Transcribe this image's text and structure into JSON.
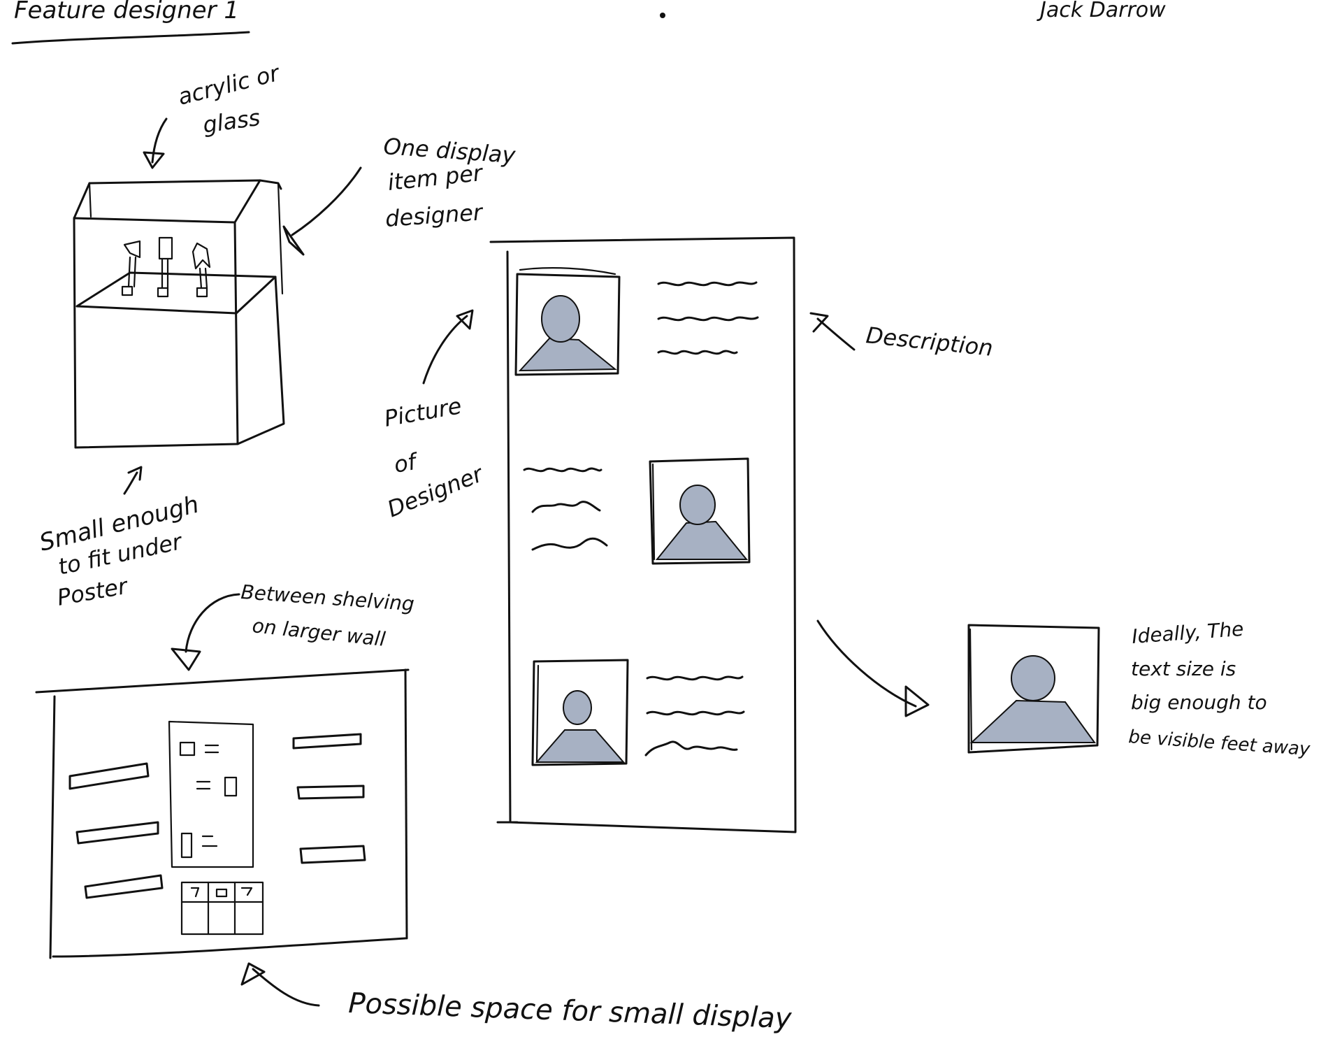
{
  "header": {
    "title": "Feature designer 1",
    "author": "Jack Darrow"
  },
  "annotations": {
    "material": [
      "acrylic or",
      "glass"
    ],
    "one_item": [
      "One display",
      "item per",
      "designer"
    ],
    "picture": [
      "Picture",
      "of",
      "Designer"
    ],
    "description": "Description",
    "small_enough": [
      "Small enough",
      "to fit under",
      "Poster"
    ],
    "between": [
      "Between shelving",
      "on larger wall"
    ],
    "ideally": [
      "Ideally, The",
      "text size is",
      "big enough to",
      "be visible feet away"
    ],
    "possible_space": "Possible space for small display"
  },
  "colors": {
    "ink": "#111111",
    "figure_fill": "#a7b1c3",
    "paper": "#ffffff"
  }
}
